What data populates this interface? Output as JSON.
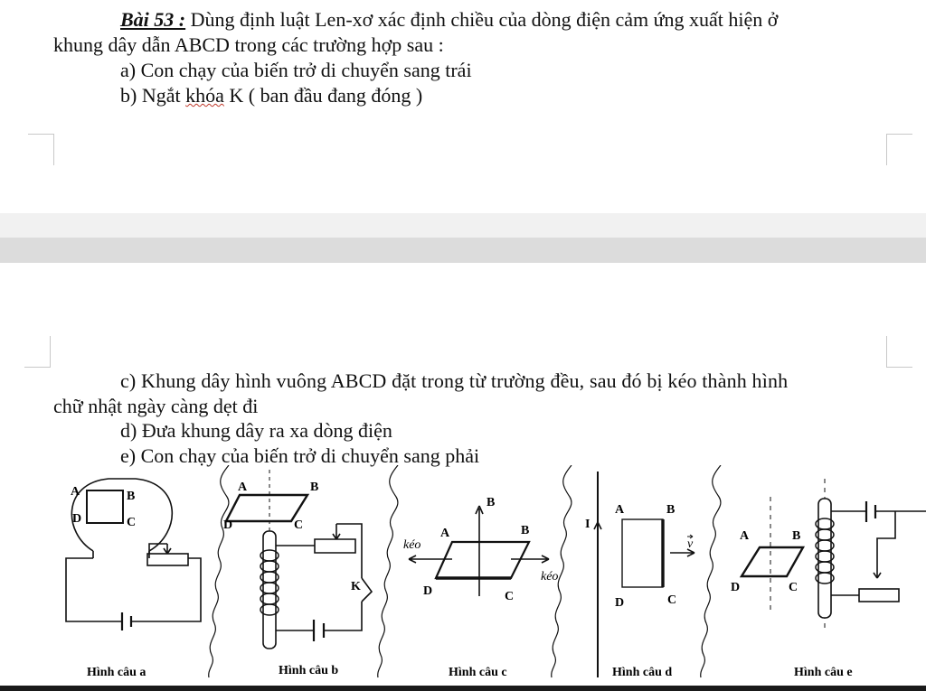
{
  "problem": {
    "title": "Bài 53 :",
    "intro_line1": "Dùng định luật Len-xơ xác định chiều của dòng điện cảm ứng xuất hiện ở",
    "intro_line2": "khung dây dẫn ABCD trong các trường hợp sau :",
    "item_a": "a) Con chạy của biến trở di chuyển sang trái",
    "item_b_prefix": "b) Ngắt ",
    "item_b_word": "khóa",
    "item_b_suffix": " K ( ban đầu đang đóng )",
    "item_c_line1": "c) Khung dây hình vuông ABCD đặt trong từ trường đều, sau đó bị kéo thành hình",
    "item_c_line2": "chữ nhật ngày càng dẹt đi",
    "item_d": "d) Đưa khung dây ra xa dòng điện",
    "item_e": "e) Con chạy của biến trở di chuyển sang phải"
  },
  "figures": {
    "captions": [
      "Hình câu a",
      "Hình câu b",
      "Hình câu c",
      "Hình câu d",
      "Hình câu e"
    ],
    "labels": {
      "A": "A",
      "B": "B",
      "C": "C",
      "D": "D",
      "K": "K",
      "I": "I",
      "keo": "kéo",
      "vec_B": "B",
      "vec_v": "v"
    }
  }
}
